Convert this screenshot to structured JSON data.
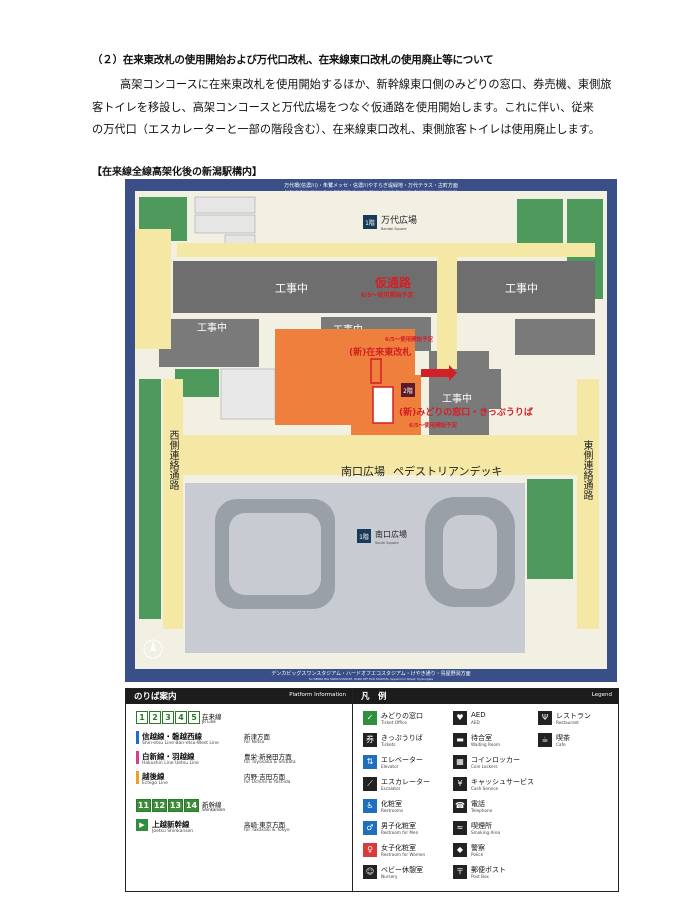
{
  "heading": "（２）在来東改札の使用開始および万代口改札、在来線東口改札の使用廃止等について",
  "paragraph_lines": [
    "高架コンコースに在来東改札を使用開始するほか、新幹線東口側のみどりの窓口、券売機、東側旅",
    "客トイレを移設し、高架コンコースと万代広場をつなぐ仮通路を使用開始します。これに伴い、従来",
    "の万代口（エスカレーターと一部の階段含む）、在来線東口改札、東側旅客トイレは使用廃止します。"
  ],
  "map_caption": "【在来線全線高架化後の新潟駅構内】",
  "map": {
    "top_banner": "万代橋(信濃川)・朱鷺メッセ・信濃川やすらぎ堤緑地・万代テラス・古町方面",
    "top_banner_en": "for Bandai Bridge (Shinano River), TOKI MESSE, Yasuragitei (Shinano Riverside Promenade), Bandai Terrace and Furumachi",
    "bandai_num": "1階",
    "bandai_jp": "万代広場",
    "bandai_en": "Bandai Square",
    "construction": "工事中",
    "temp_passage": "仮通路",
    "temp_passage_date": "6/5～使用開始予定",
    "new_gate_date": "6/5～使用開始予定",
    "new_gate": "(新)在来東改札",
    "floor2": "2階",
    "new_window": "(新)みどりの窓口・きっぷうりば",
    "new_window_date": "6/5～使用開始予定",
    "west_passage": "西側連絡通路",
    "east_passage": "東側連絡通路",
    "south_plaza": "南口広場",
    "pedestrian_deck": "ペデストリアンデッキ",
    "south_num": "1階",
    "south_jp": "南口広場",
    "south_en": "South Square",
    "bottom_banner": "デンカビッグスワンスタジアム・ハードオフエコスタジアム・けやき通り・鳥屋野潟方面",
    "bottom_banner_en": "for DENKA BIG SWAN STADIUM, HARD OFF ECO STADIUM, Keyaki-dori Street, Toyanogata"
  },
  "platforms": {
    "title": "のりば案内",
    "title_en": "Platform Information",
    "jr_nums": [
      "1",
      "2",
      "3",
      "4",
      "5"
    ],
    "jr_label": "在来線",
    "jr_label_en": "JR Line",
    "lines": [
      {
        "name": "信越線・磐越西線",
        "en": "Shin-etsu Line Ban-etsu-West Line",
        "dest": "新津方面",
        "dest_en": "for Niitsu",
        "color": "#1f6fbf"
      },
      {
        "name": "白新線・羽越線",
        "en": "Hakushin Line Uetsu Line",
        "dest": "豊栄·新発田方面",
        "dest_en": "for Toyosaka & Shibata",
        "color": "#d63c8c"
      },
      {
        "name": "越後線",
        "en": "Echigo Line",
        "dest": "内野·吉田方面",
        "dest_en": "for Uchino & Yoshida",
        "color": "#f0a020"
      }
    ],
    "shin_nums": [
      "11",
      "12",
      "13",
      "14"
    ],
    "shin_label": "新幹線",
    "shin_label_en": "Shinkansen",
    "joetsu": "上越新幹線",
    "joetsu_en": "Joetsu Shinkansen",
    "joetsu_dest": "高崎·東京方面",
    "joetsu_dest_en": "for Takasaki & Tokyo"
  },
  "legend": {
    "title": "凡　例",
    "title_en": "Legend",
    "items": [
      {
        "icon": "ticket-office-icon",
        "glyph": "✓",
        "style": "grn",
        "jp": "みどりの窓口",
        "en": "Ticket Office"
      },
      {
        "icon": "aed-icon",
        "glyph": "♥",
        "style": "",
        "jp": "AED",
        "en": "AED"
      },
      {
        "icon": "restaurant-icon",
        "glyph": "Ψ",
        "style": "",
        "jp": "レストラン",
        "en": "Restaurant"
      },
      {
        "icon": "tickets-icon",
        "glyph": "券",
        "style": "",
        "jp": "きっぷうりば",
        "en": "Tickets"
      },
      {
        "icon": "waiting-room-icon",
        "glyph": "▬",
        "style": "",
        "jp": "待合室",
        "en": "Waiting Room"
      },
      {
        "icon": "cafe-icon",
        "glyph": "☕",
        "style": "",
        "jp": "喫茶",
        "en": "Cafe"
      },
      {
        "icon": "elevator-icon",
        "glyph": "⇅",
        "style": "blu",
        "jp": "エレベーター",
        "en": "Elevator"
      },
      {
        "icon": "coin-locker-icon",
        "glyph": "▦",
        "style": "",
        "jp": "コインロッカー",
        "en": "Coin Lockers"
      },
      {
        "icon": "escalator-icon",
        "glyph": "⟋",
        "style": "",
        "jp": "エスカレーター",
        "en": "Escalator"
      },
      {
        "icon": "cash-service-icon",
        "glyph": "¥",
        "style": "",
        "jp": "キャッシュサービス",
        "en": "Cash Service"
      },
      {
        "icon": "restroom-icon",
        "glyph": "♿",
        "style": "blu",
        "jp": "化粧室",
        "en": "Restrooms"
      },
      {
        "icon": "telephone-icon",
        "glyph": "☎",
        "style": "",
        "jp": "電話",
        "en": "Telephone"
      },
      {
        "icon": "mens-restroom-icon",
        "glyph": "♂",
        "style": "blu",
        "jp": "男子化粧室",
        "en": "Restroom for Men"
      },
      {
        "icon": "smoking-area-icon",
        "glyph": "≈",
        "style": "",
        "jp": "喫煙所",
        "en": "Smoking Area"
      },
      {
        "icon": "womens-restroom-icon",
        "glyph": "♀",
        "style": "red",
        "jp": "女子化粧室",
        "en": "Restroom for Women"
      },
      {
        "icon": "police-icon",
        "glyph": "◆",
        "style": "",
        "jp": "警察",
        "en": "Police"
      },
      {
        "icon": "nursery-icon",
        "glyph": "☺",
        "style": "",
        "jp": "ベビー休憩室",
        "en": "Nursery"
      },
      {
        "icon": "post-box-icon",
        "glyph": "〒",
        "style": "",
        "jp": "郵便ポスト",
        "en": "Post Box"
      }
    ]
  },
  "colors": {
    "construction": "#6e6e6e",
    "concourse_orange": "#ef7f3c",
    "deck_yellow": "#f5e8a5",
    "shop_green": "#4e9a5c",
    "frame_blue": "#3a4e88",
    "highlight_red": "#d31f26"
  }
}
